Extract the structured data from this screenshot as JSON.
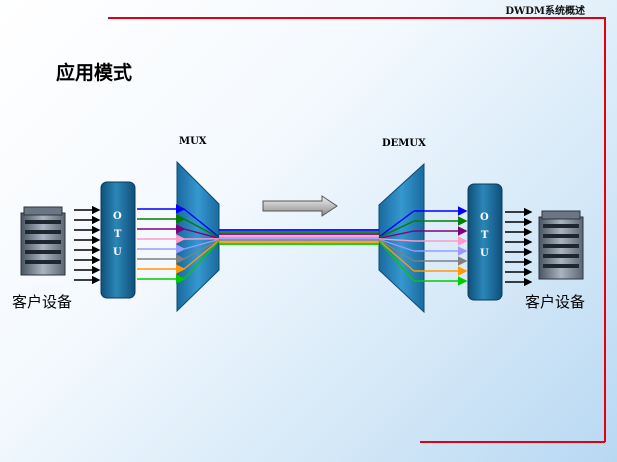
{
  "header": {
    "text": "DWDM系统概述"
  },
  "title": "应用模式",
  "diagram": {
    "mux_label": "MUX",
    "demux_label": "DEMUX",
    "otu_left_letters": [
      "O",
      "T",
      "U"
    ],
    "otu_right_letters": [
      "O",
      "T",
      "U"
    ],
    "client_left_label": "客户设备",
    "client_right_label": "客户设备",
    "wavelength_colors": [
      "#0000ff",
      "#008000",
      "#800080",
      "#ff99cc",
      "#9999ff",
      "#808080",
      "#ff9900",
      "#00cc00"
    ],
    "frame_color": "#e00010",
    "otu_color": "#1f6e9c",
    "mux_color": "#1f7ab0"
  }
}
